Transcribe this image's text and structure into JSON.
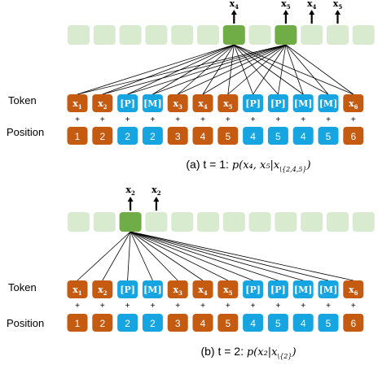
{
  "colors": {
    "token_orange": "#c55a11",
    "mask_blue": "#16a5e0",
    "cell_light": "#d8ebcf",
    "cell_active": "#70ad47",
    "edge": "#000000"
  },
  "labels": {
    "token": "Token",
    "position": "Position"
  },
  "panels": [
    {
      "caption_prefix": "(a) t = 1: ",
      "caption_math": "p(x₄, x₅|x",
      "caption_sub": "\\{2,4,5}",
      "caption_close": ")",
      "active_cells": [
        7,
        9
      ],
      "outputs": [
        {
          "cell": 7,
          "base": "x",
          "sub": "4"
        },
        {
          "cell": 9,
          "base": "x",
          "sub": "5"
        },
        {
          "cell": 10,
          "base": "x",
          "sub": "4"
        },
        {
          "cell": 11,
          "base": "x",
          "sub": "5"
        }
      ],
      "tokens": [
        {
          "base": "x",
          "sub": "1",
          "type": "token"
        },
        {
          "base": "x",
          "sub": "2",
          "type": "token"
        },
        {
          "base": "[P]",
          "sub": "",
          "type": "mask"
        },
        {
          "base": "[M]",
          "sub": "",
          "type": "mask"
        },
        {
          "base": "x",
          "sub": "3",
          "type": "token"
        },
        {
          "base": "x",
          "sub": "4",
          "type": "token"
        },
        {
          "base": "x",
          "sub": "5",
          "type": "token"
        },
        {
          "base": "[P]",
          "sub": "",
          "type": "mask"
        },
        {
          "base": "[P]",
          "sub": "",
          "type": "mask"
        },
        {
          "base": "[M]",
          "sub": "",
          "type": "mask"
        },
        {
          "base": "[M]",
          "sub": "",
          "type": "mask"
        },
        {
          "base": "x",
          "sub": "6",
          "type": "token"
        }
      ],
      "positions": [
        "1",
        "2",
        "2",
        "2",
        "3",
        "4",
        "5",
        "4",
        "5",
        "4",
        "5",
        "6"
      ]
    },
    {
      "caption_prefix": "(b) t = 2: ",
      "caption_math": "p(x₂|x",
      "caption_sub": "\\{2}",
      "caption_close": ")",
      "active_cells": [
        3
      ],
      "outputs": [
        {
          "cell": 3,
          "base": "x",
          "sub": "2"
        },
        {
          "cell": 4,
          "base": "x",
          "sub": "2"
        }
      ],
      "tokens": [
        {
          "base": "x",
          "sub": "1",
          "type": "token"
        },
        {
          "base": "x",
          "sub": "2",
          "type": "token"
        },
        {
          "base": "[P]",
          "sub": "",
          "type": "mask"
        },
        {
          "base": "[M]",
          "sub": "",
          "type": "mask"
        },
        {
          "base": "x",
          "sub": "3",
          "type": "token"
        },
        {
          "base": "x",
          "sub": "4",
          "type": "token"
        },
        {
          "base": "x",
          "sub": "5",
          "type": "token"
        },
        {
          "base": "[P]",
          "sub": "",
          "type": "mask"
        },
        {
          "base": "[P]",
          "sub": "",
          "type": "mask"
        },
        {
          "base": "[M]",
          "sub": "",
          "type": "mask"
        },
        {
          "base": "[M]",
          "sub": "",
          "type": "mask"
        },
        {
          "base": "x",
          "sub": "6",
          "type": "token"
        }
      ],
      "positions": [
        "1",
        "2",
        "2",
        "2",
        "3",
        "4",
        "5",
        "4",
        "5",
        "4",
        "5",
        "6"
      ]
    }
  ]
}
